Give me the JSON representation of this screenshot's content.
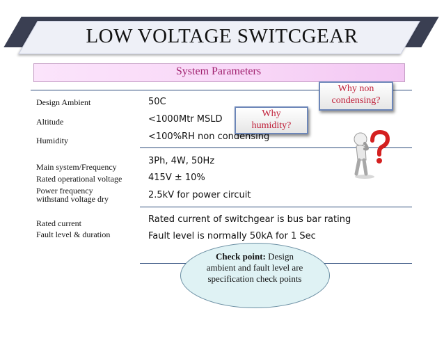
{
  "title": "LOW VOLTAGE SWITCGEAR",
  "section": "System Parameters",
  "rows": [
    {
      "label": "Design Ambient",
      "value": "50C"
    },
    {
      "label": "Altitude",
      "value": "<1000Mtr MSLD"
    },
    {
      "label": "Humidity",
      "value": "<100%RH non condensing"
    },
    {
      "label": "Main system/Frequency",
      "value": "3Ph, 4W, 50Hz"
    },
    {
      "label": "Rated operational voltage",
      "value": "415V ± 10%"
    },
    {
      "label": "Power frequency",
      "label2": "withstand voltage dry",
      "value": "2.5kV for power circuit"
    },
    {
      "label": "Rated current",
      "value": "Rated current of switchgear is bus bar rating"
    },
    {
      "label": "Fault level & duration",
      "value": "Fault level is normally 50kA for 1 Sec"
    }
  ],
  "callouts": {
    "humidity_line1": "Why",
    "humidity_line2": "humidity?",
    "condensing_line1": "Why non",
    "condensing_line2": "condensing?"
  },
  "checkpoint": {
    "bold": "Check point:",
    "text": " Design ambient and fault level are specification check points"
  },
  "icons": {
    "figure": "thinking-person-question-mark-icon",
    "question_color": "#d42020"
  }
}
